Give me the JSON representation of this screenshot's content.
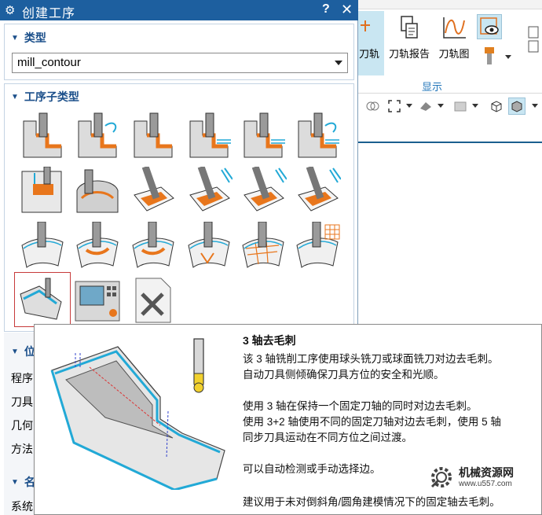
{
  "dialog": {
    "title": "创建工序",
    "help": "?",
    "close": "✕"
  },
  "type_section": {
    "header": "类型",
    "selected_value": "mill_contour"
  },
  "subtype_section": {
    "header": "工序子类型",
    "icons": [
      "cavity-mill-icon",
      "plunge-milling-icon",
      "corner-rough-icon",
      "rest-milling-icon",
      "zlevel-profile-icon",
      "zlevel-corner-icon",
      "fixed-contour-icon",
      "contour-area-icon",
      "contour-surface-area-icon",
      "streamline-icon",
      "contour-area-non-steep-icon",
      "contour-area-dir-steep-icon",
      "flowcut-single-icon",
      "flowcut-multiple-icon",
      "flowcut-ref-tool-icon",
      "solid-profile-3d-icon",
      "profile-3d-icon",
      "contour-text-icon",
      "deburring-3axis-icon",
      "mill-user-icon",
      "mill-control-icon"
    ]
  },
  "lower_sections": {
    "location_header": "位",
    "rows": [
      "程序",
      "刀具",
      "几何",
      "方法"
    ],
    "name_header": "名",
    "name_row": "系统"
  },
  "ribbon": {
    "partial_label": "刀轨",
    "buttons": [
      "刀轨报告",
      "刀轨图"
    ],
    "group_label": "显示"
  },
  "tooltip": {
    "title": "3 轴去毛刺",
    "para1": "该 3 轴铣削工序使用球头铣刀或球面铣刀对边去毛刺。\n自动刀具侧倾确保刀具方位的安全和光顺。",
    "para2": "使用 3 轴在保持一个固定刀轴的同时对边去毛刺。\n使用 3+2 轴使用不同的固定刀轴对边去毛刺，使用 5 轴\n同步刀具运动在不同方位之间过渡。",
    "para3": "可以自动检测或手动选择边。",
    "para4": "建议用于未对倒斜角/圆角建模情况下的固定轴去毛刺。"
  },
  "watermark": {
    "name": "机械资源网",
    "url": "www.u557.com"
  },
  "colors": {
    "titlebar": "#1d5f9f",
    "section_header": "#1b4f8a",
    "ribbon_selected": "#c9e6f2",
    "accent_orange": "#e8761c",
    "accent_cyan": "#22a9d6"
  }
}
